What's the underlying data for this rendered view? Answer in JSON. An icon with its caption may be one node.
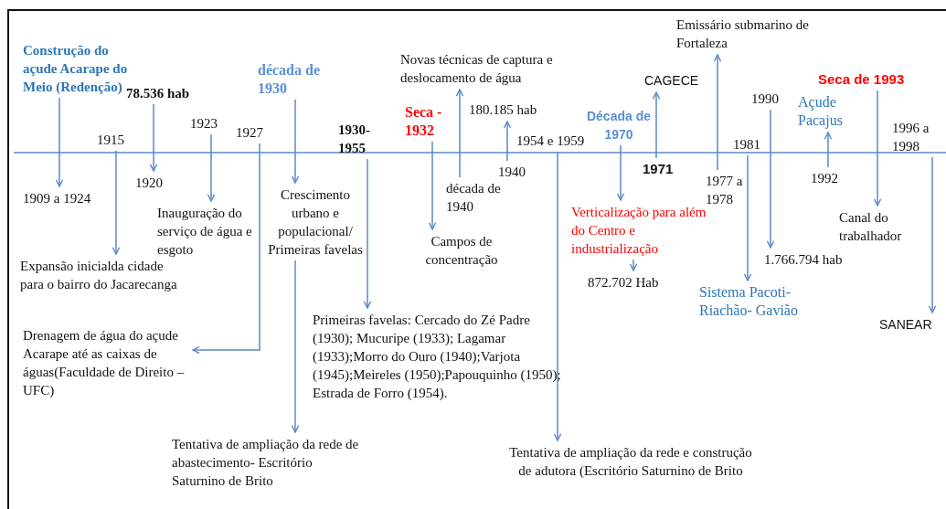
{
  "diagram": {
    "nodes": [
      {
        "text": [
          "Construção do açude Acarape do Meio (Redenção)"
        ]
      },
      {
        "text": [
          "1909 a 1924"
        ]
      },
      {
        "text": [
          "1915"
        ]
      },
      {
        "text": [
          "Expansão inicialda cidade para o bairro do Jacarecanga"
        ]
      },
      {
        "text": [
          "78.536 hab"
        ]
      },
      {
        "text": [
          "1920"
        ]
      },
      {
        "text": [
          "1923"
        ]
      },
      {
        "text": [
          "Inauguração do serviço de água e esgoto"
        ]
      },
      {
        "text": [
          "1927"
        ]
      },
      {
        "text": [
          "Drenagem de água do açude Acarape até as caixas de águas(Faculdade de Direito –UFC)"
        ]
      },
      {
        "text": [
          "década de 1930"
        ]
      },
      {
        "text": [
          "Crescimento urbano e populacional/ Primeiras favelas"
        ]
      },
      {
        "text": [
          "Tentativa de ampliação da rede de abastecimento- Escritório Saturnino de Brito"
        ]
      },
      {
        "text": [
          "1930- 1955"
        ]
      },
      {
        "text": [
          "Primeiras favelas: Cercado do Zé Padre (1930); Mucuripe (1933); Lagamar (1933);Morro do Ouro (1940);Varjota (1945);Meireles (1950);Papouquinho (1950); Estrada de Forro (1954)."
        ]
      },
      {
        "text": [
          "Seca - 1932"
        ]
      },
      {
        "text": [
          "Campos de concentração"
        ]
      },
      {
        "text": [
          "Novas técnicas de captura e deslocamento de água"
        ]
      },
      {
        "text": [
          "década de 1940"
        ]
      },
      {
        "text": [
          "180.185 hab"
        ]
      },
      {
        "text": [
          "1940"
        ]
      },
      {
        "text": [
          "1954 e 1959"
        ]
      },
      {
        "text": [
          "Tentativa de ampliação da rede e construção de adutora (Escritório Saturnino de Brito"
        ]
      },
      {
        "text": [
          "Década de 1970"
        ]
      },
      {
        "text": [
          "Verticalização para além do Centro e industrialização"
        ]
      },
      {
        "text": [
          "872.702 Hab"
        ]
      },
      {
        "text": [
          "CAGECE"
        ]
      },
      {
        "text": [
          "1971"
        ]
      },
      {
        "text": [
          "Emissário submarino de Fortaleza"
        ]
      },
      {
        "text": [
          "1977 a 1978"
        ]
      },
      {
        "text": [
          "1981"
        ]
      },
      {
        "text": [
          "Sistema Pacoti-Riachão- Gavião"
        ]
      },
      {
        "text": [
          "1990"
        ]
      },
      {
        "text": [
          "1.766.794 hab"
        ]
      },
      {
        "text": [
          "Açude Pacajus"
        ]
      },
      {
        "text": [
          "1992"
        ]
      },
      {
        "text": [
          "Seca de 1993"
        ]
      },
      {
        "text": [
          "Canal do trabalhador"
        ]
      },
      {
        "text": [
          "1996 a 1998"
        ]
      },
      {
        "text": [
          "SANEAR"
        ]
      }
    ],
    "edges": [
      {
        "from": 0,
        "to": 1,
        "arrow": "to"
      },
      {
        "from": 2,
        "to": 3,
        "arrow": "to"
      },
      {
        "from": 4,
        "to": 5,
        "arrow": "to"
      },
      {
        "from": 6,
        "to": 7,
        "arrow": "to"
      },
      {
        "from": 8,
        "to": 9,
        "arrow": "to"
      },
      {
        "from": 10,
        "to": 11,
        "arrow": "to"
      },
      {
        "from": 11,
        "to": 12,
        "arrow": "to"
      },
      {
        "from": 13,
        "to": 14,
        "arrow": "to"
      },
      {
        "from": 15,
        "to": 16,
        "arrow": "to"
      },
      {
        "from": 18,
        "to": 17,
        "arrow": "to"
      },
      {
        "from": 20,
        "to": 19,
        "arrow": "to"
      },
      {
        "from": 21,
        "to": 22,
        "arrow": "to"
      },
      {
        "from": 23,
        "to": 24,
        "arrow": "to"
      },
      {
        "from": 24,
        "to": 25,
        "arrow": "to"
      },
      {
        "from": 27,
        "to": 26,
        "arrow": "to"
      },
      {
        "from": 29,
        "to": 28,
        "arrow": "to"
      },
      {
        "from": 30,
        "to": 31,
        "arrow": "to"
      },
      {
        "from": 32,
        "to": 33,
        "arrow": "to"
      },
      {
        "from": 35,
        "to": 34,
        "arrow": "to"
      },
      {
        "from": 36,
        "to": 37,
        "arrow": "to"
      },
      {
        "from": 38,
        "to": 39,
        "arrow": "to"
      }
    ]
  }
}
